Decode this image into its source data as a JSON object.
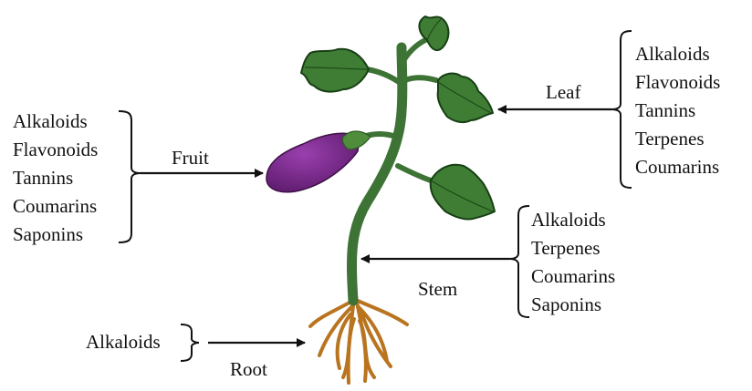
{
  "colors": {
    "leaf_fill": "#3f7d35",
    "leaf_edge": "#173f14",
    "stem": "#3e7336",
    "fruit": "#7b2b8c",
    "fruit_cap": "#4f8c3c",
    "root": "#b8741f",
    "ink": "#111111"
  },
  "parts": {
    "leaf": {
      "label": "Leaf",
      "compounds": [
        "Alkaloids",
        "Flavonoids",
        "Tannins",
        "Terpenes",
        "Coumarins"
      ]
    },
    "fruit": {
      "label": "Fruit",
      "compounds": [
        "Alkaloids",
        "Flavonoids",
        "Tannins",
        "Coumarins",
        "Saponins"
      ]
    },
    "stem": {
      "label": "Stem",
      "compounds": [
        "Alkaloids",
        "Terpenes",
        "Coumarins",
        "Saponins"
      ]
    },
    "root": {
      "label": "Root",
      "compounds": [
        "Alkaloids"
      ]
    }
  }
}
